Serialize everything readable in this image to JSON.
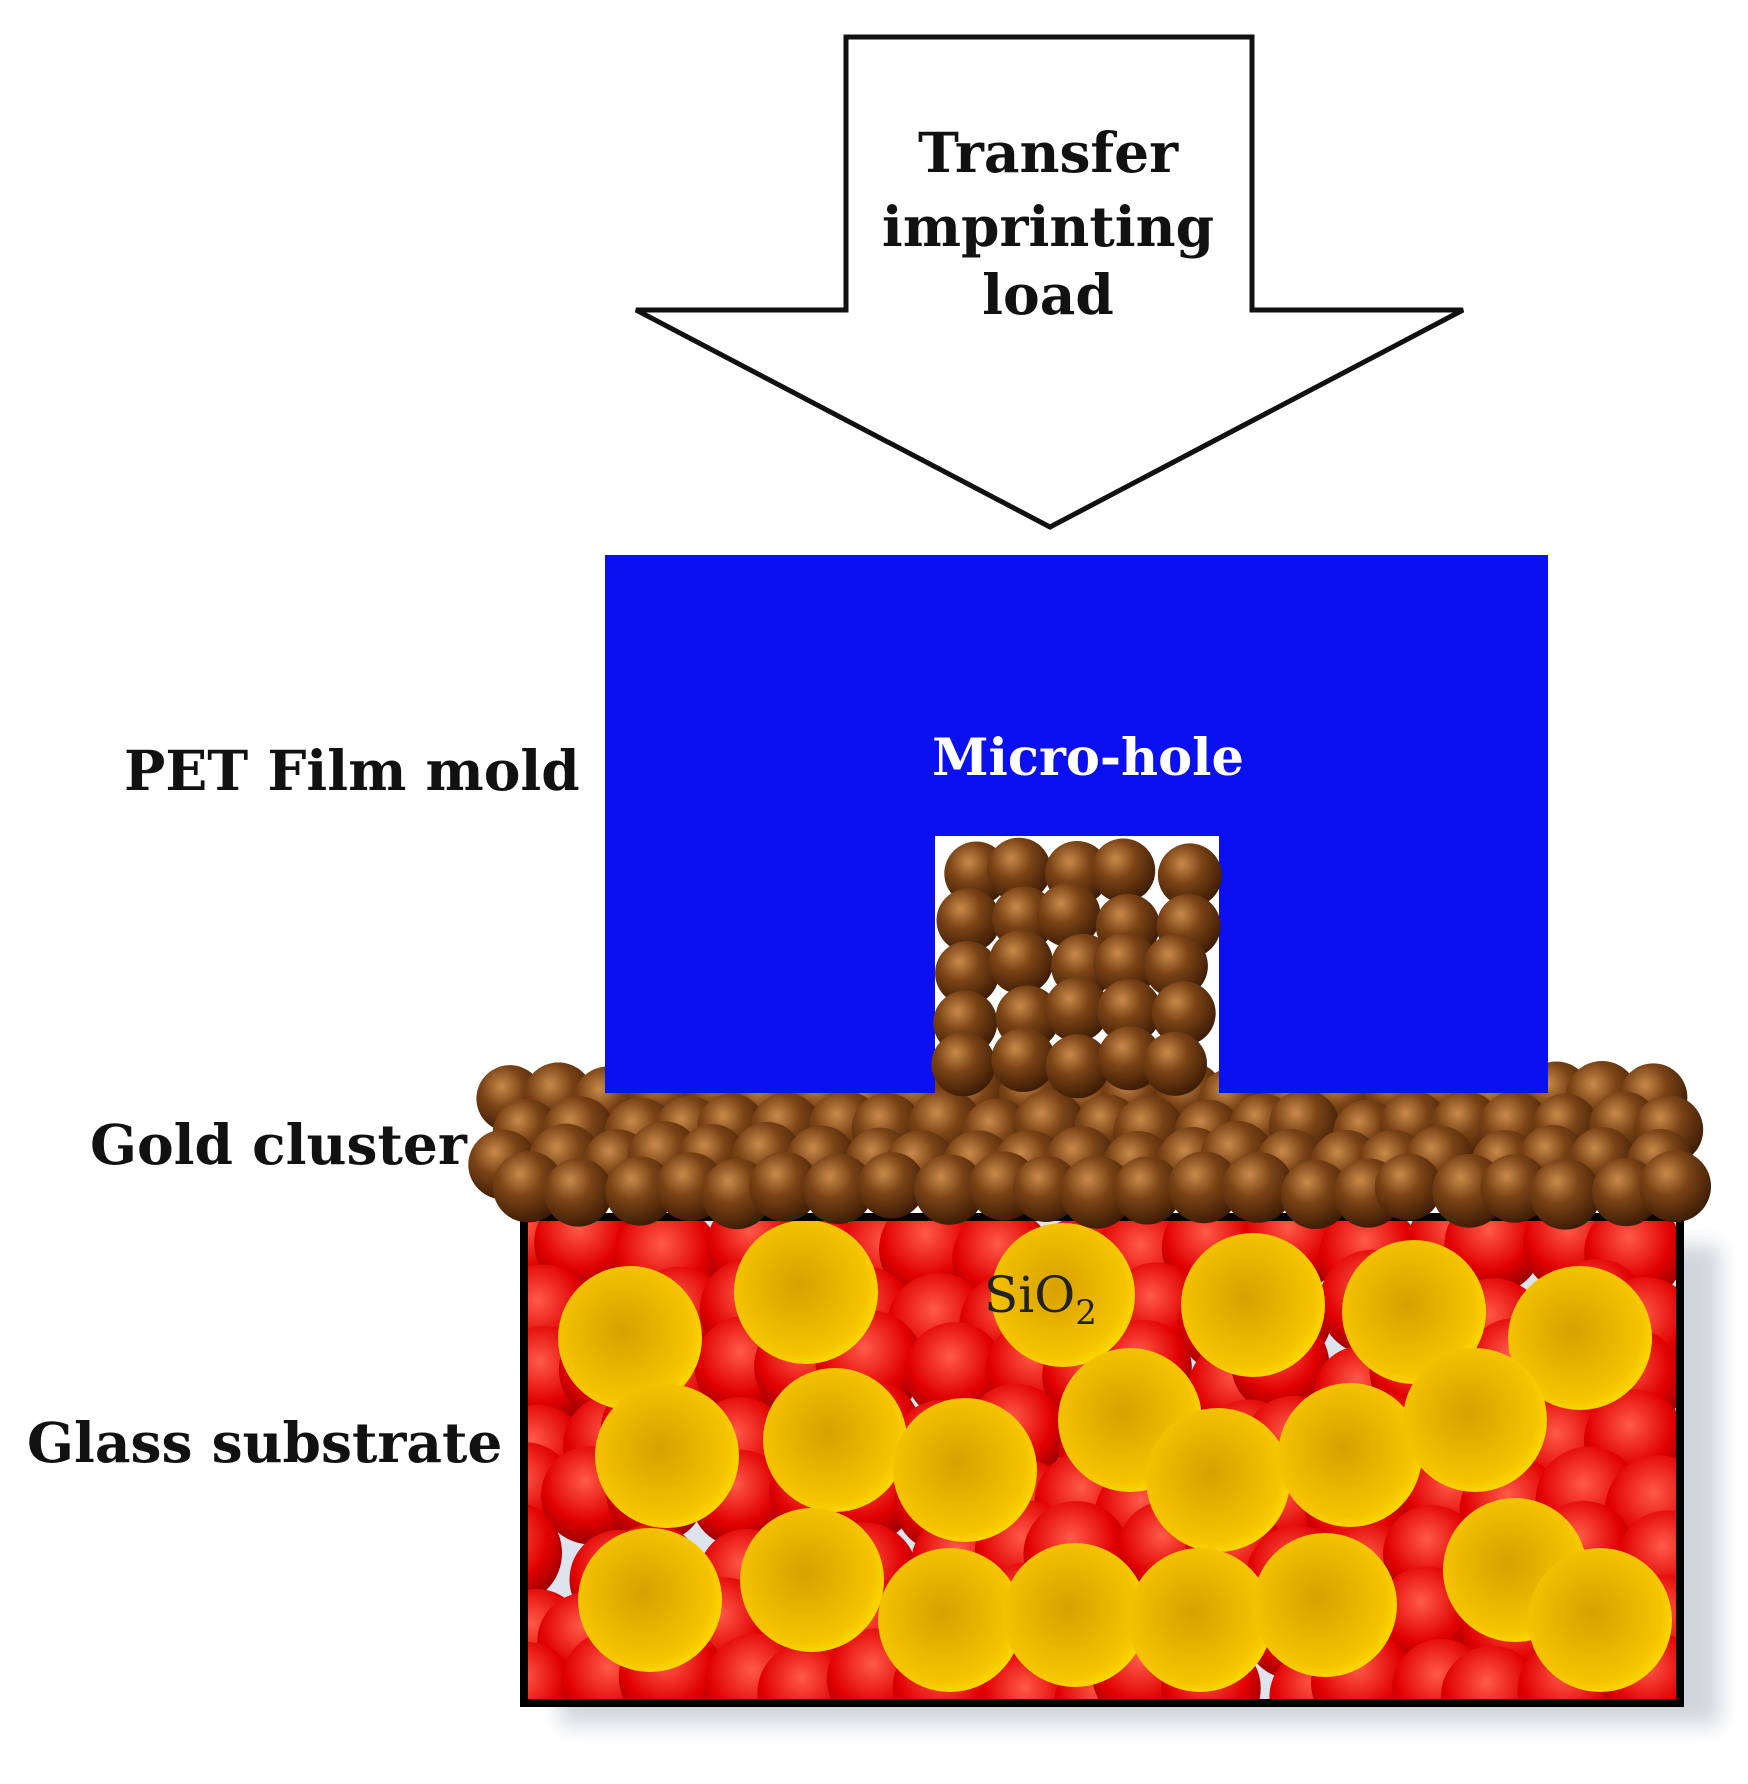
{
  "arrow": {
    "lines": [
      "Transfer",
      "imprinting",
      "load"
    ]
  },
  "labels": {
    "mold": "PET Film mold",
    "gold": "Gold cluster",
    "glass": "Glass substrate"
  },
  "mold_text": "Micro-hole",
  "sio2": {
    "base": "SiO",
    "sub": "2"
  },
  "colors": {
    "mold": "#0a10f0",
    "gold_particle": "#6b3a12",
    "oxygen_particle": "#e00000",
    "silicon_particle": "#f2c200",
    "substrate_bg": "#dde4ee",
    "outline": "#000000"
  }
}
